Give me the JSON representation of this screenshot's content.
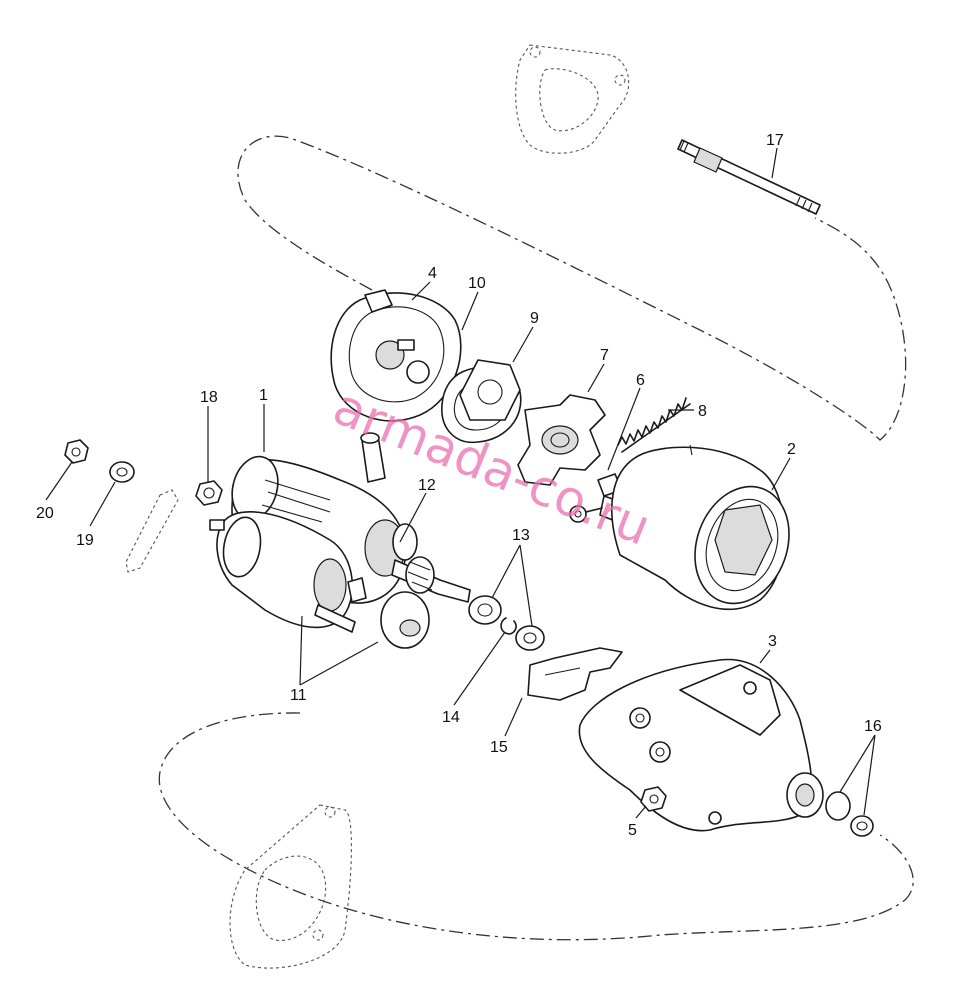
{
  "watermark": "armada-co.ru",
  "callouts": {
    "c1": "1",
    "c2": "2",
    "c3": "3",
    "c4": "4",
    "c5": "5",
    "c6": "6",
    "c7": "7",
    "c8": "8",
    "c9": "9",
    "c10": "10",
    "c11": "11",
    "c12": "12",
    "c13": "13",
    "c14": "14",
    "c15": "15",
    "c16": "16",
    "c17": "17",
    "c18": "18",
    "c19": "19",
    "c20": "20"
  }
}
